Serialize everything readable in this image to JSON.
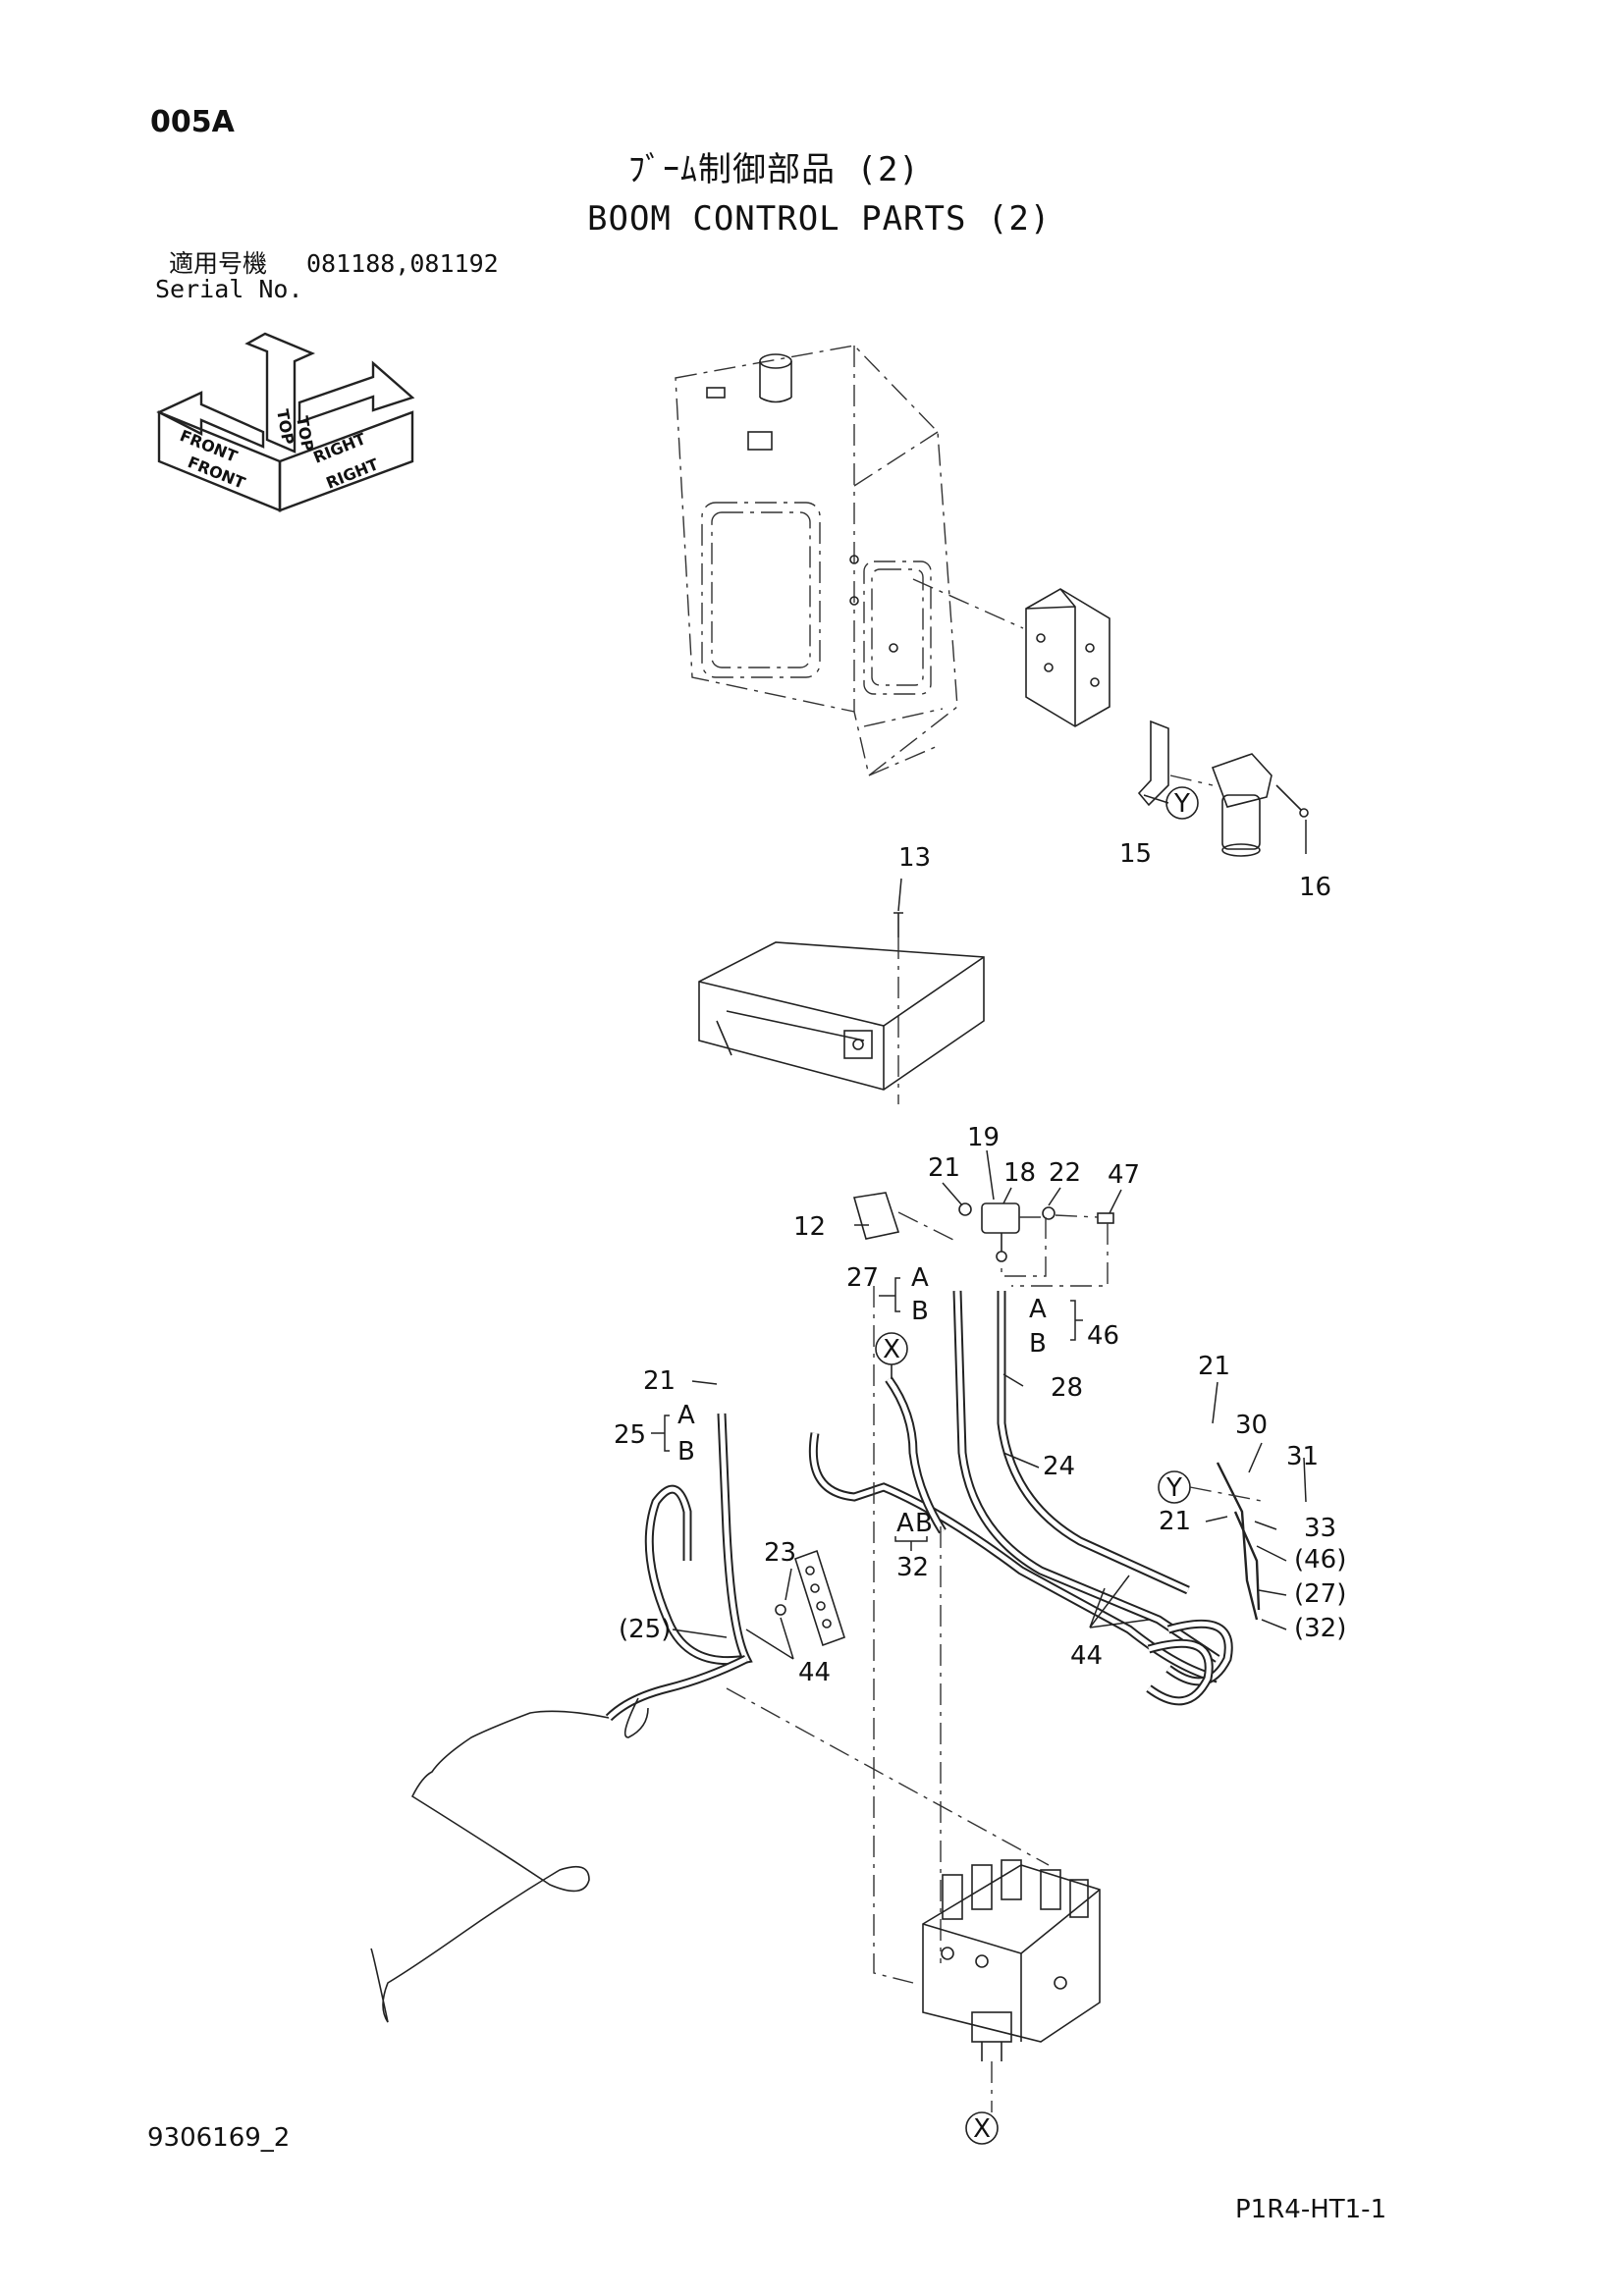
{
  "header": {
    "page_code": "005A",
    "title_jp": "ﾌﾞｰﾑ制御部品 (2)",
    "title_en": "BOOM CONTROL PARTS (2)",
    "serial_label_jp": "適用号機",
    "serial_values": "081188,081192",
    "serial_label_en": "Serial No."
  },
  "orientation": {
    "top": "TOP",
    "front": "FRONT",
    "right": "RIGHT"
  },
  "callouts": {
    "p13": "13",
    "p15": "15",
    "p16": "16",
    "p19": "19",
    "p21a": "21",
    "p18": "18",
    "p22": "22",
    "p47": "47",
    "p12": "12",
    "p27": "27",
    "p46": "46",
    "p28": "28",
    "p21b": "21",
    "p25": "25",
    "p24": "24",
    "p21c": "21",
    "p30": "30",
    "p31": "31",
    "p21d": "21",
    "p33": "33",
    "p46r": "(46)",
    "p27r": "(27)",
    "p32r": "(32)",
    "p23": "23",
    "p32": "32",
    "p25r": "(25)",
    "p44a": "44",
    "p44b": "44"
  },
  "ab": {
    "a": "A",
    "b": "B"
  },
  "refs": {
    "x": "X",
    "y": "Y"
  },
  "footer": {
    "drawing_no": "9306169_2",
    "model_code": "P1R4-HT1-1"
  }
}
